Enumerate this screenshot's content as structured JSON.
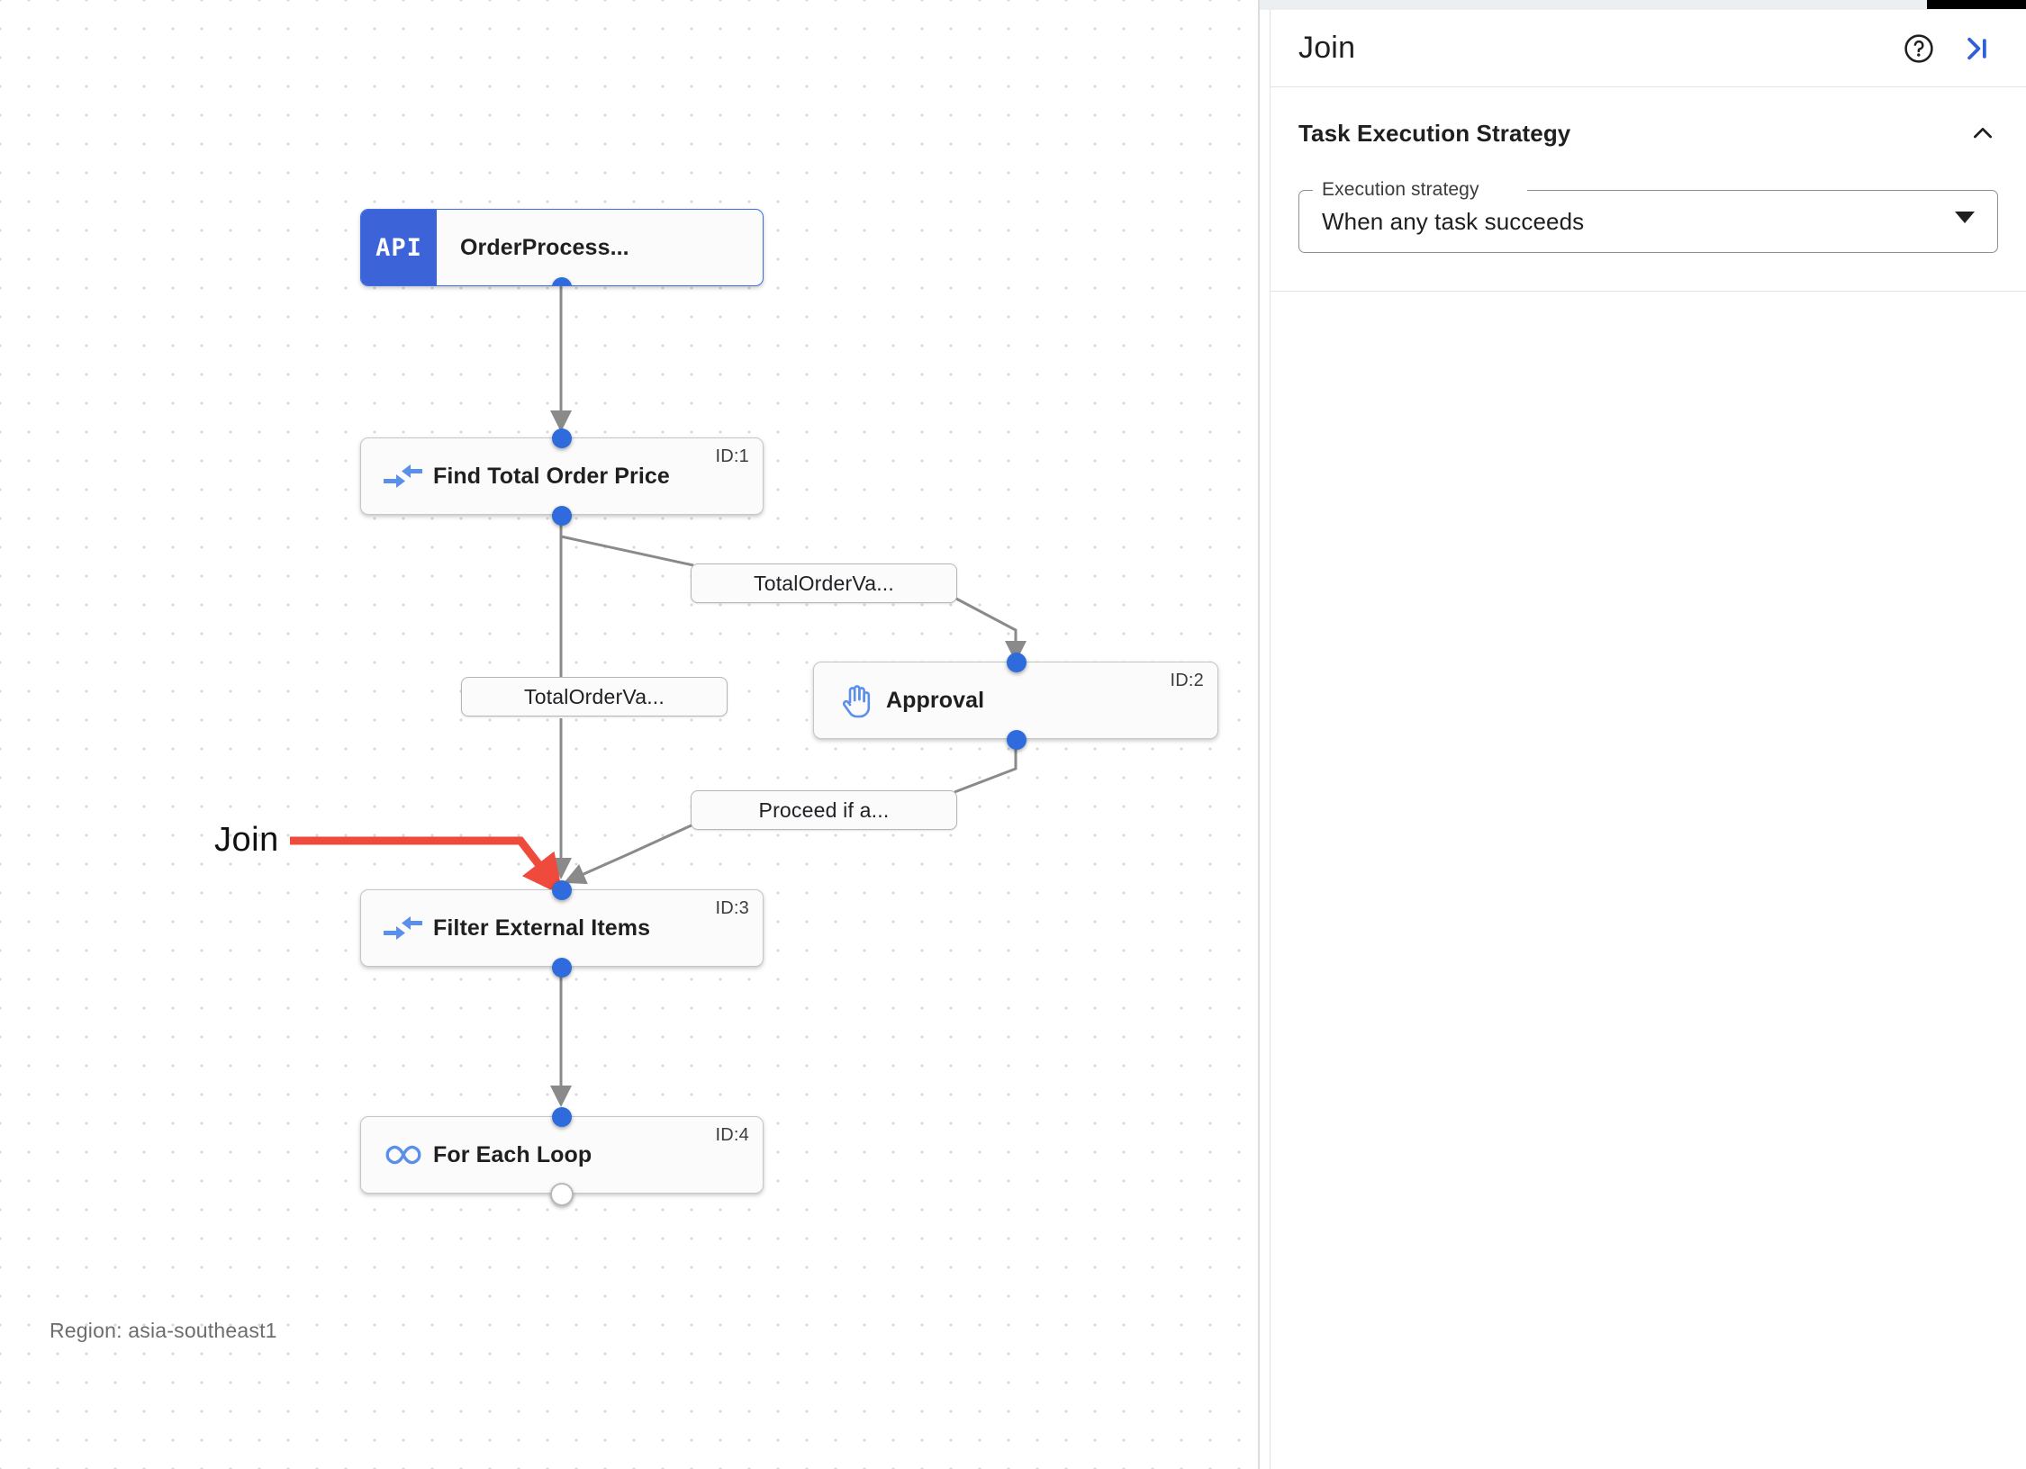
{
  "canvas": {
    "region_label": "Region: asia-southeast1",
    "annotation": {
      "label": "Join",
      "color": "#ef4a3b"
    },
    "nodes": [
      {
        "kind": "api-trigger",
        "chip": "API",
        "label": "OrderProcess...",
        "id_label": "",
        "icon": "api-chip-icon"
      },
      {
        "kind": "task",
        "label": "Find Total Order Price",
        "id_label": "ID:1",
        "icon": "merge-arrows-icon"
      },
      {
        "kind": "task",
        "label": "Approval",
        "id_label": "ID:2",
        "icon": "raised-hand-icon"
      },
      {
        "kind": "task",
        "label": "Filter External Items",
        "id_label": "ID:3",
        "icon": "merge-arrows-icon"
      },
      {
        "kind": "task",
        "label": "For Each Loop",
        "id_label": "ID:4",
        "icon": "infinity-loop-icon"
      }
    ],
    "edge_labels": [
      {
        "text": "TotalOrderVa..."
      },
      {
        "text": "TotalOrderVa..."
      },
      {
        "text": "Proceed if a..."
      }
    ]
  },
  "panel": {
    "title": "Join",
    "help_icon": "help-circle-icon",
    "collapse_icon": "collapse-panel-right-icon",
    "section": {
      "title": "Task Execution Strategy",
      "collapse_icon": "chevron-up-icon",
      "field": {
        "label": "Execution strategy",
        "value": "When any task succeeds",
        "dropdown_icon": "triangle-down-icon"
      }
    }
  },
  "colors": {
    "accent_blue": "#2f6bdc",
    "api_chip": "#3c64d8",
    "annotation_red": "#ef4a3b",
    "edge_gray": "#7a7a7a",
    "icon_blue": "#5b90ea"
  }
}
